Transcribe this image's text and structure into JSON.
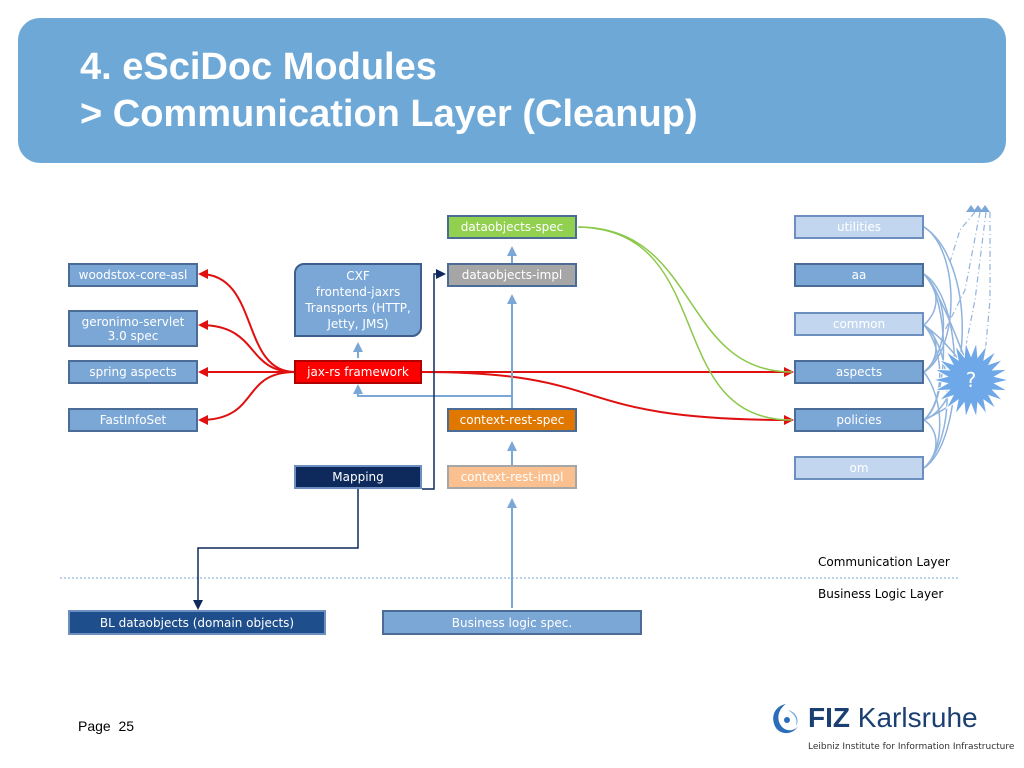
{
  "header": {
    "title_line1": "4. eSciDoc Modules",
    "title_line2": "> Communication Layer (Cleanup)",
    "background": "#6ea8d6"
  },
  "diagram": {
    "left_modules": [
      "woodstox-core-asl",
      "geronimo-servlet 3.0 spec",
      "spring aspects",
      "FastInfoSet"
    ],
    "cxf_box": {
      "lines": [
        "CXF",
        "frontend-jaxrs",
        "Transports (HTTP,",
        "Jetty, JMS)"
      ]
    },
    "center_modules": {
      "jaxrs": "jax-rs framework",
      "mapping": "Mapping",
      "dataobjects_spec": "dataobjects-spec",
      "dataobjects_impl": "dataobjects-impl",
      "context_rest_spec": "context-rest-spec",
      "context_rest_impl": "context-rest-impl"
    },
    "right_modules": [
      "utilities",
      "aa",
      "common",
      "aspects",
      "policies",
      "om"
    ],
    "bottom_modules": {
      "bl_dataobjects": "BL dataobjects (domain objects)",
      "business_logic_spec": "Business logic spec."
    },
    "unknown_marker": "?",
    "layers": {
      "communication": "Communication Layer",
      "business_logic": "Business Logic Layer"
    },
    "colors": {
      "jaxrs": "#ff0000",
      "dataobjects_spec": "#92d050",
      "dataobjects_impl": "#a6a6a6",
      "context_rest_spec": "#e07800",
      "context_rest_impl": "#fac08f",
      "mapping": "#0e2a5c",
      "bl_dataobjects": "#1f4e8c",
      "red_arrow": "#e01010",
      "green_arrow": "#8cc84b",
      "blue_arrow": "#7ba7d7",
      "dark_arrow": "#0e2a5c"
    }
  },
  "footer": {
    "page_label": "Page",
    "page_number": "25",
    "logo_bold": "FIZ",
    "logo_text": "Karlsruhe",
    "logo_subtitle": "Leibniz Institute for Information Infrastructure"
  }
}
